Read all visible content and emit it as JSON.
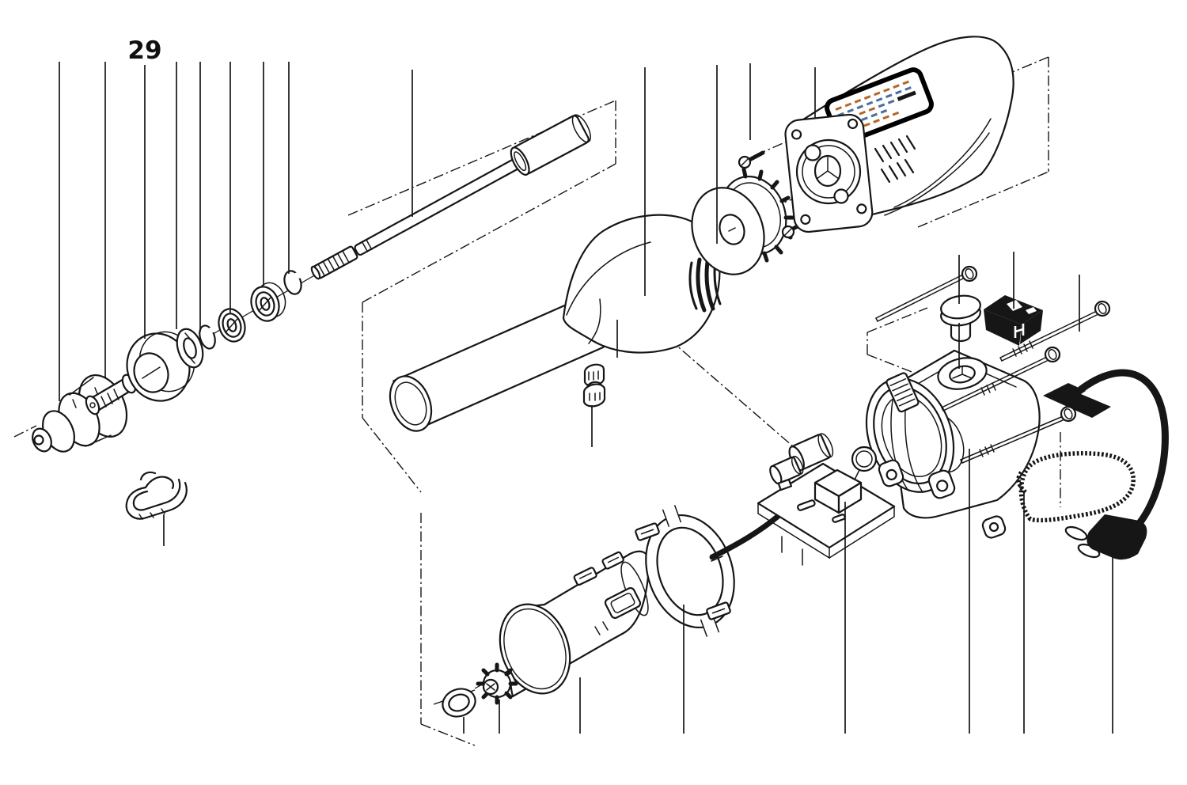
{
  "diagram": {
    "type": "exploded-parts-diagram",
    "subject": "rotary-tool",
    "background": "#ffffff",
    "ink": "#161616",
    "callout": {
      "number": "29"
    },
    "label_plate": {
      "border": "#000000",
      "orange": "#b4662a",
      "blue": "#4a6f9b"
    },
    "parts": [
      {
        "id": "chuck",
        "label": "chuck"
      },
      {
        "id": "collet",
        "label": "collet"
      },
      {
        "id": "spindle-cap",
        "label": "spindle cap"
      },
      {
        "id": "washer",
        "label": "washer"
      },
      {
        "id": "snap-ring-front",
        "label": "snap ring"
      },
      {
        "id": "bearing-front",
        "label": "ball bearing"
      },
      {
        "id": "bearing-rear",
        "label": "ball bearing"
      },
      {
        "id": "snap-ring-rear",
        "label": "snap ring"
      },
      {
        "id": "spindle-shaft",
        "label": "spindle shaft"
      },
      {
        "id": "shaft-sleeve",
        "label": "shaft sleeve"
      },
      {
        "id": "retainer-clip",
        "label": "retainer clip"
      },
      {
        "id": "front-housing",
        "label": "front housing"
      },
      {
        "id": "coupling",
        "label": "coupling"
      },
      {
        "id": "fan",
        "label": "fan and gear"
      },
      {
        "id": "screw-small-front",
        "label": "screw"
      },
      {
        "id": "screw-small-rear",
        "label": "screw"
      },
      {
        "id": "motor-housing",
        "label": "motor housing"
      },
      {
        "id": "spec-label",
        "label": "rating label"
      },
      {
        "id": "field-case",
        "label": "field case"
      },
      {
        "id": "lock-button",
        "label": "spindle lock button"
      },
      {
        "id": "power-switch",
        "label": "power switch"
      },
      {
        "id": "screw-long-1",
        "label": "housing screw"
      },
      {
        "id": "screw-long-2",
        "label": "housing screw"
      },
      {
        "id": "screw-long-3",
        "label": "housing screw"
      },
      {
        "id": "screw-long-4",
        "label": "housing screw"
      },
      {
        "id": "terminal-block",
        "label": "terminal block"
      },
      {
        "id": "power-cord",
        "label": "power cord with plug"
      },
      {
        "id": "cord-guard",
        "label": "cord guard"
      },
      {
        "id": "grommet",
        "label": "grommet"
      },
      {
        "id": "pinion",
        "label": "pinion gear"
      },
      {
        "id": "motor",
        "label": "motor"
      },
      {
        "id": "motor-clamp",
        "label": "motor clamp"
      },
      {
        "id": "pcb-assembly",
        "label": "switch pcb assembly"
      }
    ]
  }
}
